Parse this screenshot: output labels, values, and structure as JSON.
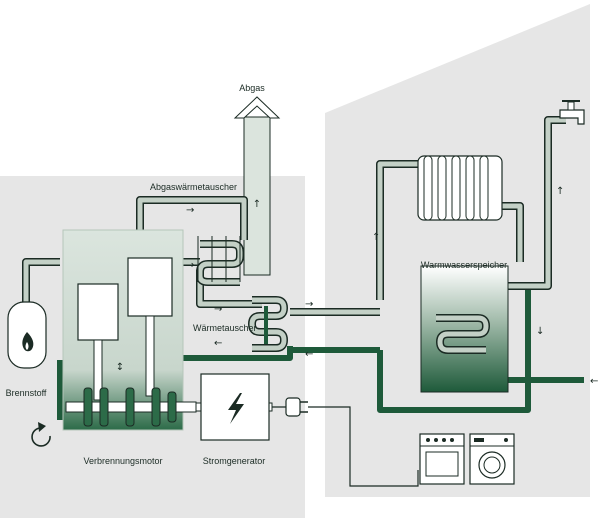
{
  "labels": {
    "exhaust": "Abgas",
    "exhaust_heat_exchanger": "Abgaswärmetauscher",
    "heat_exchanger": "Wärmetauscher",
    "hot_water_tank": "Warmwasserspeicher",
    "fuel": "Brennstoff",
    "engine": "Verbrennungsmotor",
    "generator": "Stromgenerator"
  },
  "colors": {
    "background_panel": "#e6e6e6",
    "pipe_light": "#c3d0c6",
    "pipe_dark": "#1e5a3a",
    "outline": "#1b2b24",
    "engine_block": "#c8d6cc"
  },
  "icons": [
    "fuel-flame-icon",
    "lightning-icon",
    "plug-icon",
    "faucet-icon",
    "radiator-icon",
    "stove-icon",
    "washing-machine-icon",
    "rotation-arrow-icon"
  ]
}
